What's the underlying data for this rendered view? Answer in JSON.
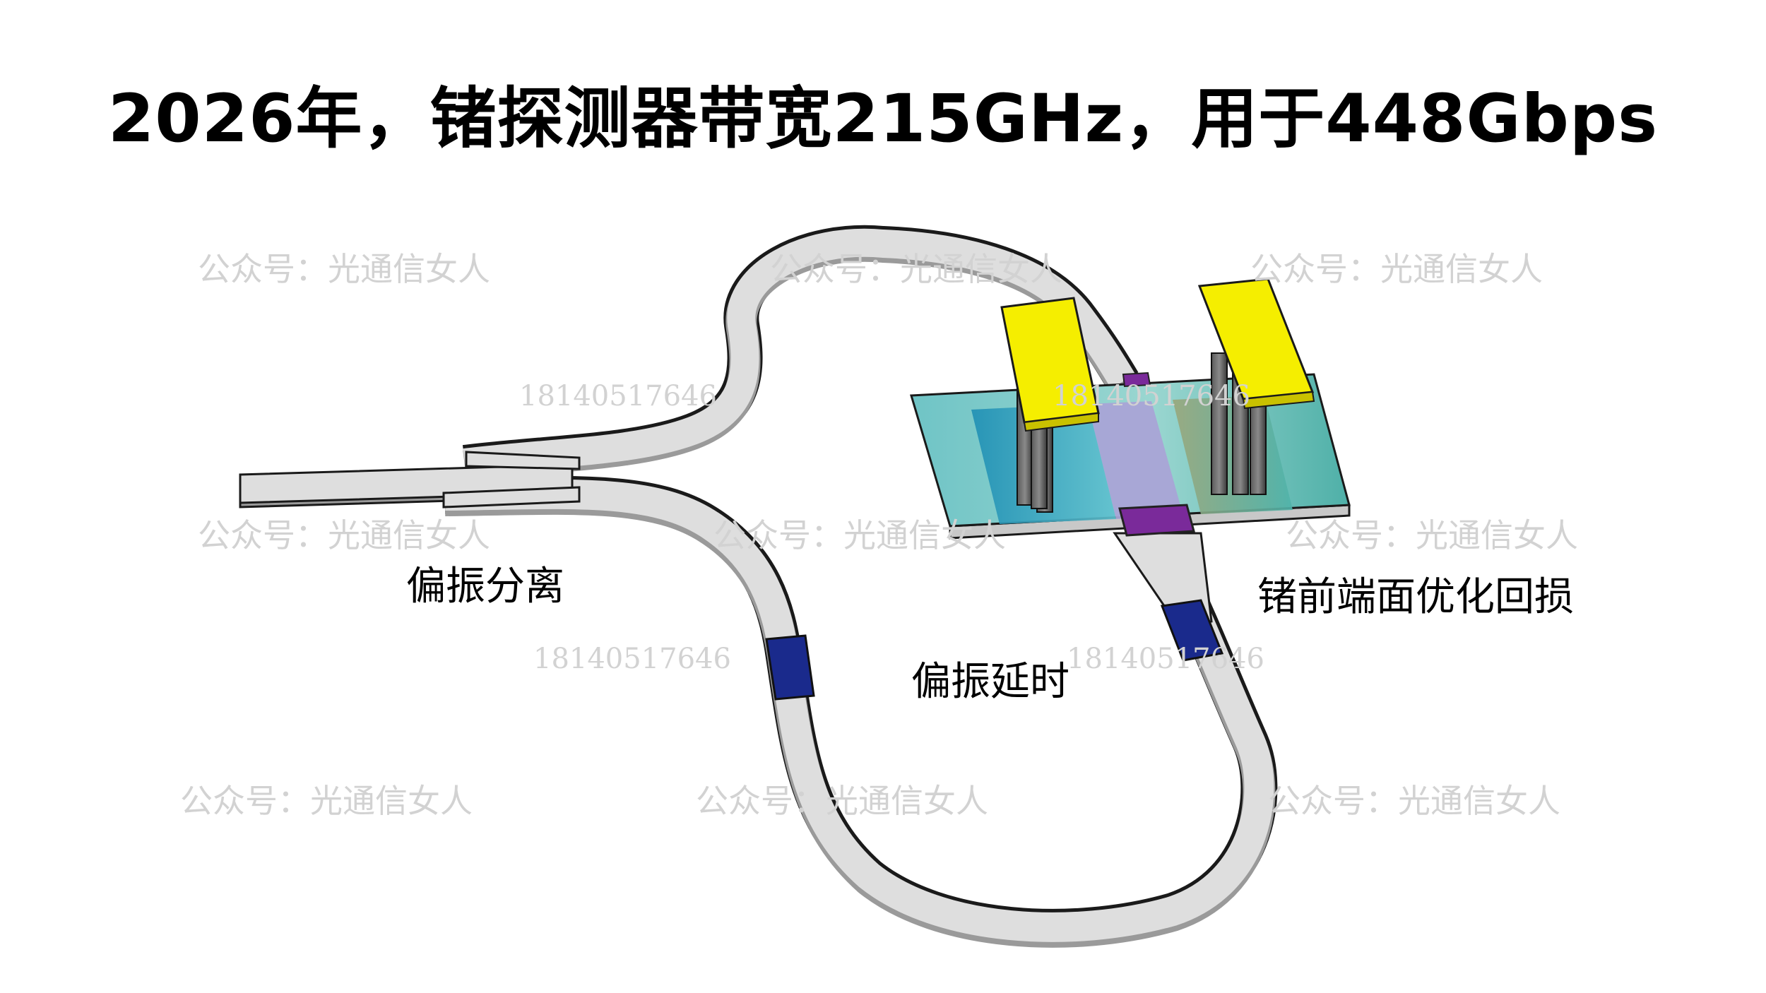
{
  "title": "2026年，锗探测器带宽215GHz，用于448Gbps",
  "labels": {
    "polarization_split": "偏振分离",
    "polarization_delay": "偏振延时",
    "ge_front_optimization": "锗前端面优化回损"
  },
  "watermarks": {
    "account": "公众号：光通信女人",
    "phone": "18140517646"
  },
  "colors": {
    "waveguide": "#dedede",
    "waveguide_shadow": "#9a9a9a",
    "electrode": "#f5ee00",
    "delay_marker": "#1a2a8c",
    "purple_contact": "#7a2a9a",
    "substrate": "#5ab7b0"
  }
}
